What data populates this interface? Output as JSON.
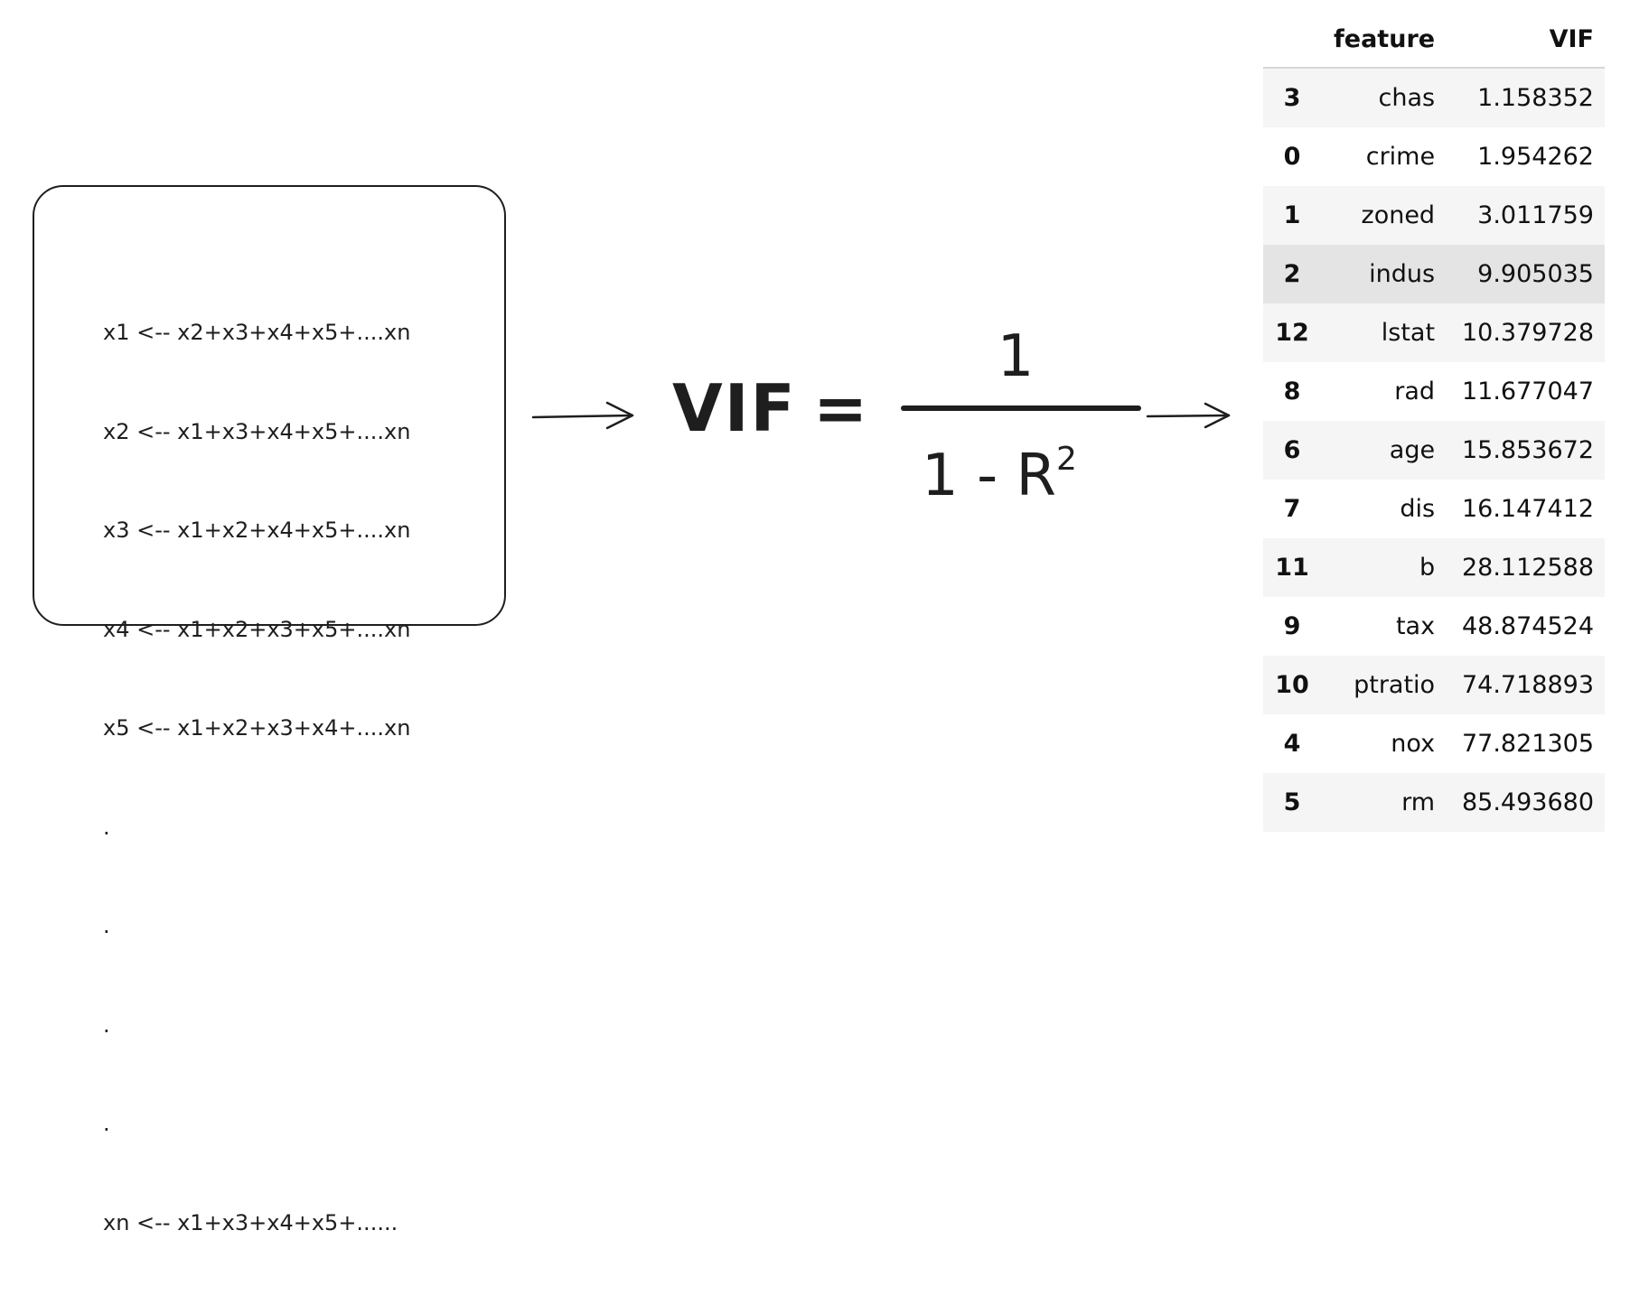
{
  "equations": {
    "lines": [
      "x1 <-- x2+x3+x4+x5+....xn",
      "x2 <-- x1+x3+x4+x5+....xn",
      "x3 <-- x1+x2+x4+x5+....xn",
      "x4 <-- x1+x2+x3+x5+....xn",
      "x5 <-- x1+x2+x3+x4+....xn",
      ".",
      ".",
      ".",
      ".",
      "xn <-- x1+x3+x4+x5+......"
    ]
  },
  "formula": {
    "lhs": "VIF",
    "equals": "=",
    "numerator": "1",
    "denominator_base": "1 - R",
    "denominator_exponent": "2"
  },
  "vif_table": {
    "columns": [
      "",
      "feature",
      "VIF"
    ],
    "rows": [
      {
        "index": "3",
        "feature": "chas",
        "vif": "1.158352"
      },
      {
        "index": "0",
        "feature": "crime",
        "vif": "1.954262"
      },
      {
        "index": "1",
        "feature": "zoned",
        "vif": "3.011759"
      },
      {
        "index": "2",
        "feature": "indus",
        "vif": "9.905035"
      },
      {
        "index": "12",
        "feature": "lstat",
        "vif": "10.379728"
      },
      {
        "index": "8",
        "feature": "rad",
        "vif": "11.677047"
      },
      {
        "index": "6",
        "feature": "age",
        "vif": "15.853672"
      },
      {
        "index": "7",
        "feature": "dis",
        "vif": "16.147412"
      },
      {
        "index": "11",
        "feature": "b",
        "vif": "28.112588"
      },
      {
        "index": "9",
        "feature": "tax",
        "vif": "48.874524"
      },
      {
        "index": "10",
        "feature": "ptratio",
        "vif": "74.718893"
      },
      {
        "index": "4",
        "feature": "nox",
        "vif": "77.821305"
      },
      {
        "index": "5",
        "feature": "rm",
        "vif": "85.493680"
      }
    ],
    "highlighted_row": 3
  },
  "colors": {
    "stroke": "#1e1e1e",
    "row_stripe": "#f5f5f5",
    "row_highlight": "#e4e4e4"
  }
}
